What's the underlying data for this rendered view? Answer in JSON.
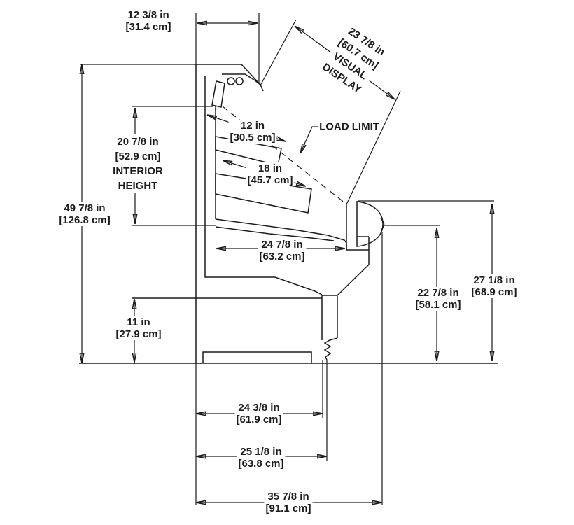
{
  "diagram": {
    "background": "#ffffff",
    "line_color": "#1c1c1c",
    "description": "Cross-section dimensional drawing of an open refrigerated display merchandiser",
    "dimensions": {
      "top_depth": {
        "in": "12 3/8 in",
        "cm": "[31.4 cm]"
      },
      "visual_display": {
        "in": "23 7/8 in",
        "cm": "[60.7 cm]",
        "caption_line1": "VISUAL",
        "caption_line2": "DISPLAY"
      },
      "top_shelf": {
        "in": "12 in",
        "cm": "[30.5 cm]"
      },
      "load_limit": {
        "label": "LOAD LIMIT"
      },
      "interior_height": {
        "in": "20 7/8 in",
        "cm": "[52.9 cm]",
        "caption_line1": "INTERIOR",
        "caption_line2": "HEIGHT"
      },
      "middle_shelf": {
        "in": "18 in",
        "cm": "[45.7 cm]"
      },
      "overall_height": {
        "in": "49 7/8 in",
        "cm": "[126.8 cm]"
      },
      "deck_depth": {
        "in": "24 7/8 in",
        "cm": "[63.2 cm]"
      },
      "front_height": {
        "in": "22 7/8 in",
        "cm": "[58.1 cm]"
      },
      "front_overall_height": {
        "in": "27 1/8 in",
        "cm": "[68.9 cm]"
      },
      "base_height": {
        "in": "11 in",
        "cm": "[27.9 cm]"
      },
      "base_depth": {
        "in": "24 3/8 in",
        "cm": "[61.9 cm]"
      },
      "base_outer_depth": {
        "in": "25 1/8 in",
        "cm": "[63.8 cm]"
      },
      "overall_depth": {
        "in": "35 7/8 in",
        "cm": "[91.1 cm]"
      }
    }
  }
}
